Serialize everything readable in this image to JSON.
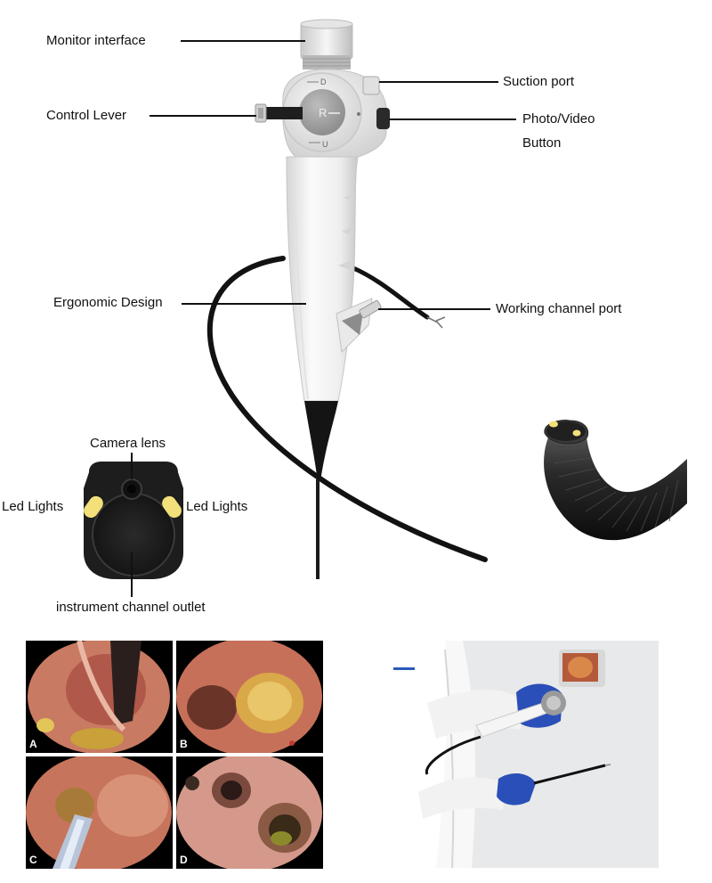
{
  "callouts": {
    "monitor_interface": "Monitor interface",
    "control_lever": "Control Lever",
    "suction_port": "Suction port",
    "photo_video_button_line1": "Photo/Video",
    "photo_video_button_line2": "Button",
    "ergonomic_design": "Ergonomic Design",
    "working_channel_port": "Working channel port",
    "camera_lens": "Camera lens",
    "led_lights_left": "Led Lights",
    "led_lights_right": "Led Lights",
    "instrument_channel_outlet": "instrument channel outlet"
  },
  "dial_marks": {
    "top": "D",
    "bottom": "U",
    "center": "R"
  },
  "endoscopy_panels": [
    {
      "letter": "A"
    },
    {
      "letter": "B"
    },
    {
      "letter": "C"
    },
    {
      "letter": "D"
    }
  ],
  "colors": {
    "handle_white": "#f2f2f2",
    "handle_shadow": "#cfcfcf",
    "cable_black": "#111111",
    "led_yellow": "#f3e07a",
    "tip_face": "#1b1b1b",
    "glove_blue": "#2a4fb8",
    "tissue_pink": "#c9705a"
  }
}
